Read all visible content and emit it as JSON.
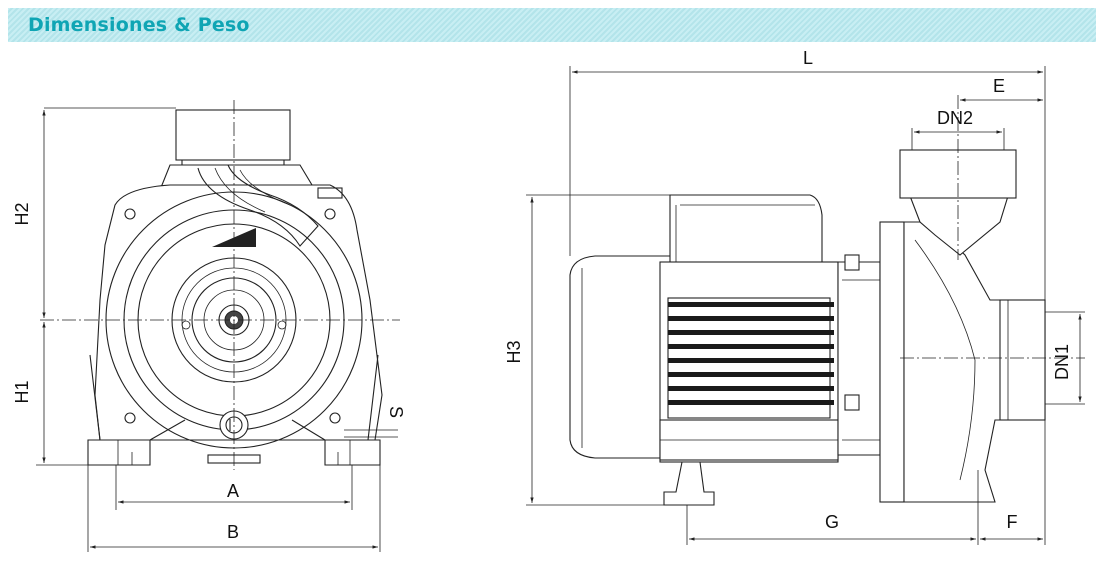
{
  "header": {
    "title": "Dimensiones & Peso"
  },
  "front_view": {
    "labels": {
      "h2": "H2",
      "h1": "H1",
      "a": "A",
      "b": "B",
      "s": "S"
    }
  },
  "side_view": {
    "labels": {
      "l": "L",
      "e": "E",
      "dn2": "DN2",
      "h3": "H3",
      "dn1": "DN1",
      "g": "G",
      "f": "F"
    }
  },
  "colors": {
    "banner_bg": "#c8eef3",
    "banner_text": "#0fa5b4",
    "line": "#222222"
  }
}
